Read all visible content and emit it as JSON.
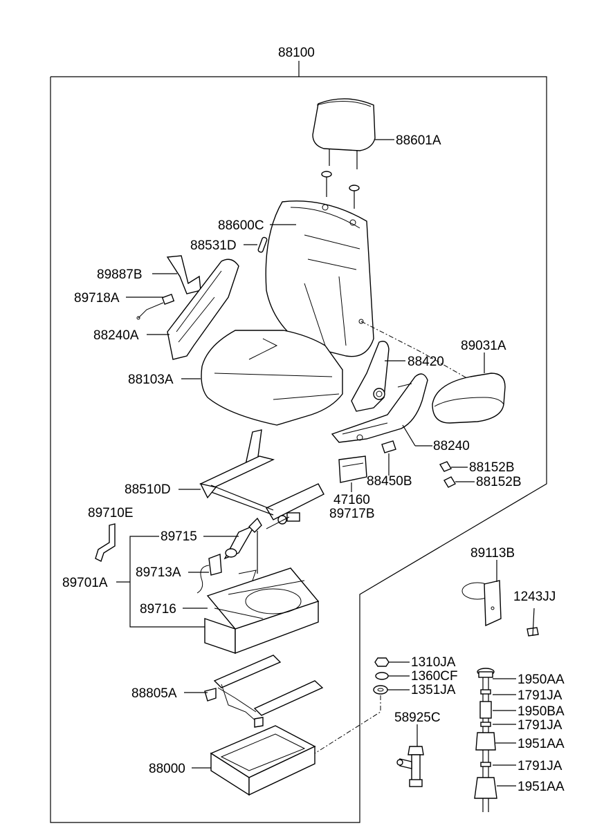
{
  "assembly": "88100",
  "labels": {
    "headrest": "88601A",
    "seatback": "88600C",
    "seatback_pin": "88531D",
    "belt_buckle": "89887B",
    "sensor_harness": "89718A",
    "side_cover_left": "88240A",
    "recliner": "88420",
    "armrest": "89031A",
    "cushion": "88103A",
    "side_cover_right": "88240",
    "knob": "88450B",
    "clip_a": "88152B",
    "clip_b": "88152B",
    "track_adjuster": "88510D",
    "switch": "47160",
    "switch_b": "89717B",
    "bracket": "89710E",
    "damper": "89715",
    "valve": "89713A",
    "suspension_group": "89701A",
    "suspension": "89716",
    "ring_bracket": "89113B",
    "screw": "1243JJ",
    "nut": "1310JA",
    "spring_washer": "1360CF",
    "washer": "1351JA",
    "bolt_head": "1950AA",
    "ring_1": "1791JA",
    "bushing": "1950BA",
    "ring_2": "1791JA",
    "collar_1": "1951AA",
    "ring_3": "1791JA",
    "collar_2": "1951AA",
    "fitting": "58925C",
    "slide_rail": "88805A",
    "base": "88000"
  }
}
